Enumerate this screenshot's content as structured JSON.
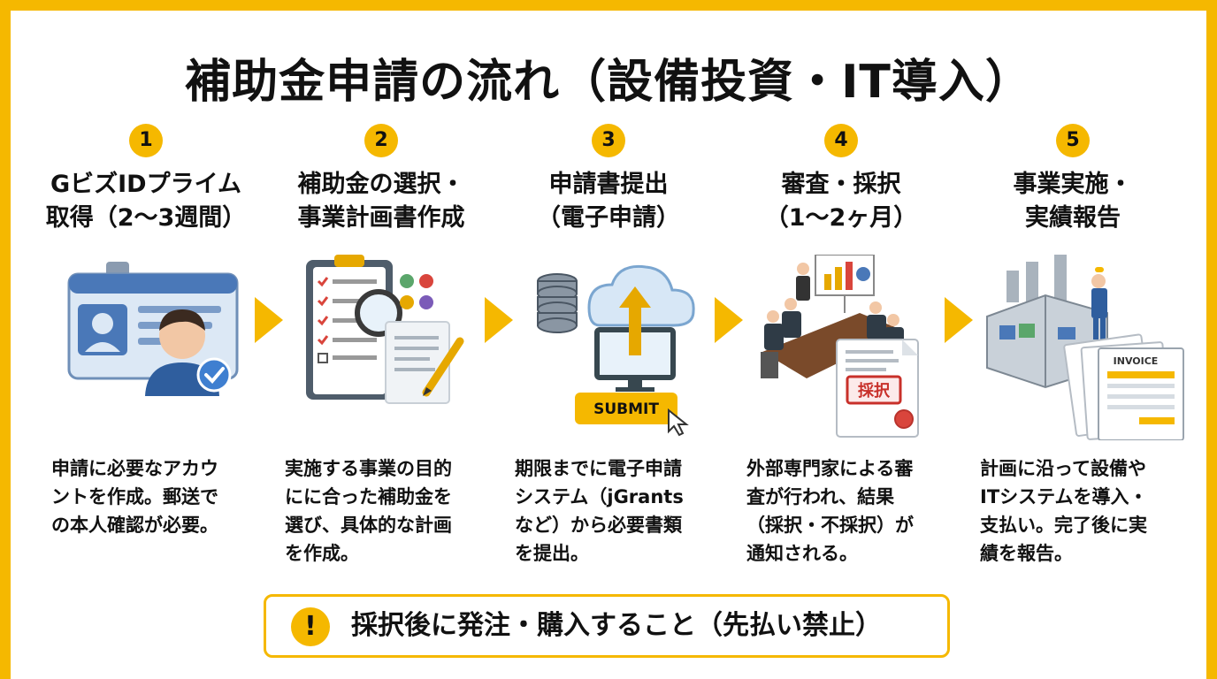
{
  "title": "補助金申請の流れ（設備投資・IT導入）",
  "steps": [
    {
      "number": "1",
      "title": "GビズIDプライム\n取得（2〜3週間）",
      "description": "申請に必要なアカウ\nントを作成。郵送で\nの本人確認が必要。"
    },
    {
      "number": "2",
      "title": "補助金の選択・\n事業計画書作成",
      "description": "実施する事業の目的\nにに合った補助金を\n選び、具体的な計画\nを作成。"
    },
    {
      "number": "3",
      "title": "申請書提出\n（電子申請）",
      "description": "期限までに電子申請\nシステム（jGrants\nなど）から必要書類\nを提出。"
    },
    {
      "number": "4",
      "title": "審査・採択\n（1〜2ヶ月）",
      "description": "外部専門家による審\n査が行われ、結果\n（採択・不採択）が\n通知される。"
    },
    {
      "number": "5",
      "title": "事業実施・\n実績報告",
      "description": "計画に沿って設備や\nITシステムを導入・\n支払い。完了後に実\n績を報告。"
    }
  ],
  "illustrations": {
    "submit_label": "SUBMIT",
    "stamp_label": "採択",
    "invoice_label": "INVOICE"
  },
  "warning": {
    "icon": "!",
    "text": "採択後に発注・購入すること（先払い禁止）"
  },
  "colors": {
    "accent": "#F5B800",
    "text": "#111111",
    "blue": "#4A78B8",
    "light_blue": "#DCE8F5"
  }
}
